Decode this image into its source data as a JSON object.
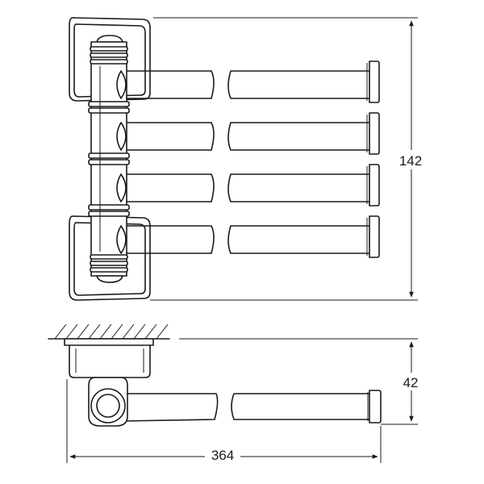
{
  "drawing": {
    "dimensions": {
      "height_front": "142",
      "depth_side": "42",
      "length": "364"
    },
    "arm_count": 4,
    "line_color": "#1a1a1a",
    "background_color": "#ffffff"
  }
}
